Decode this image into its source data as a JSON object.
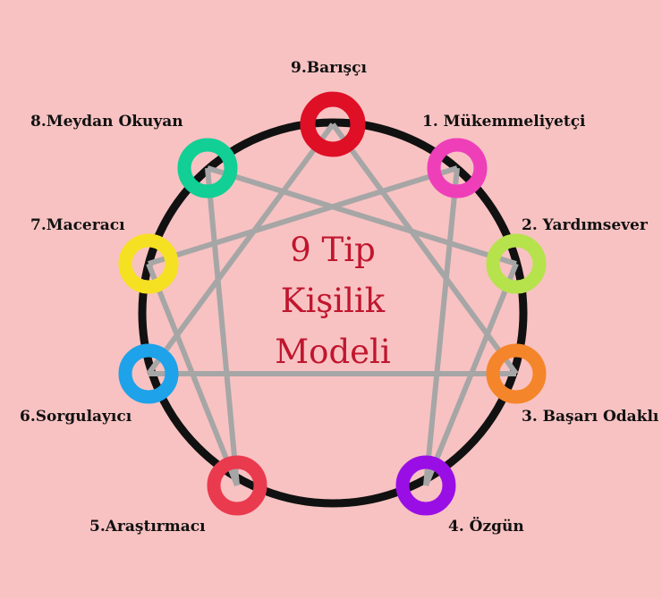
{
  "title_lines": [
    "9 Tip",
    "Kişilik",
    "Modeli"
  ],
  "colors": {
    "background": "#f8c2c2",
    "outer_circle": "#111111",
    "connector_lines": "#a6a6a6",
    "title": "#c0162e"
  },
  "types": [
    {
      "id": 1,
      "label": "1.  Mükemmeliyetçi",
      "color": "#ee3fb9"
    },
    {
      "id": 2,
      "label": "2. Yardımsever",
      "color": "#b6e24c"
    },
    {
      "id": 3,
      "label": "3. Başarı Odaklı",
      "color": "#f5852a"
    },
    {
      "id": 4,
      "label": "4. Özgün",
      "color": "#9a0ee6"
    },
    {
      "id": 5,
      "label": "5.Araştırmacı",
      "color": "#ea3a4e"
    },
    {
      "id": 6,
      "label": "6.Sorgulayıcı",
      "color": "#1ea2ea"
    },
    {
      "id": 7,
      "label": "7.Maceracı",
      "color": "#f6e022"
    },
    {
      "id": 8,
      "label": "8.Meydan Okuyan",
      "color": "#11cf95"
    },
    {
      "id": 9,
      "label": "9.Barışçı",
      "color": "#df0f25"
    }
  ]
}
